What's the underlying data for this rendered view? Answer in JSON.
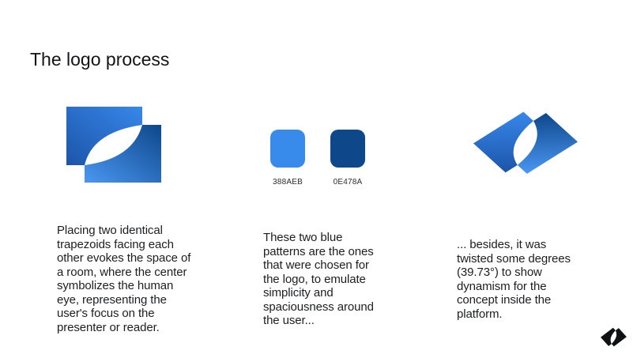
{
  "title": "The logo process",
  "colors": {
    "background": "#FFFFFF",
    "brand_light_blue": "#388AEB",
    "brand_dark_blue": "#0E478A",
    "mark_black": "#101114"
  },
  "columns": [
    {
      "name": "original-logo",
      "description": "Placing two identical\ntrapezoids facing each\nother evokes the space of\na room, where the center\nsymbolizes the human\neye, representing the\nuser's focus on the\npresenter or reader."
    },
    {
      "name": "color-palette",
      "swatches": [
        {
          "label": "388AEB",
          "color": "#388AEB"
        },
        {
          "label": "0E478A",
          "color": "#0E478A"
        }
      ],
      "description": "These two blue\npatterns are the ones\nthat were chosen for\nthe logo, to emulate\nsimplicity and\nspaciousness around\nthe user..."
    },
    {
      "name": "rotated-logo",
      "description": "... besides, it was\ntwisted some degrees\n(39.73°) to show\ndynamism for the\nconcept inside the\nplatform."
    }
  ]
}
